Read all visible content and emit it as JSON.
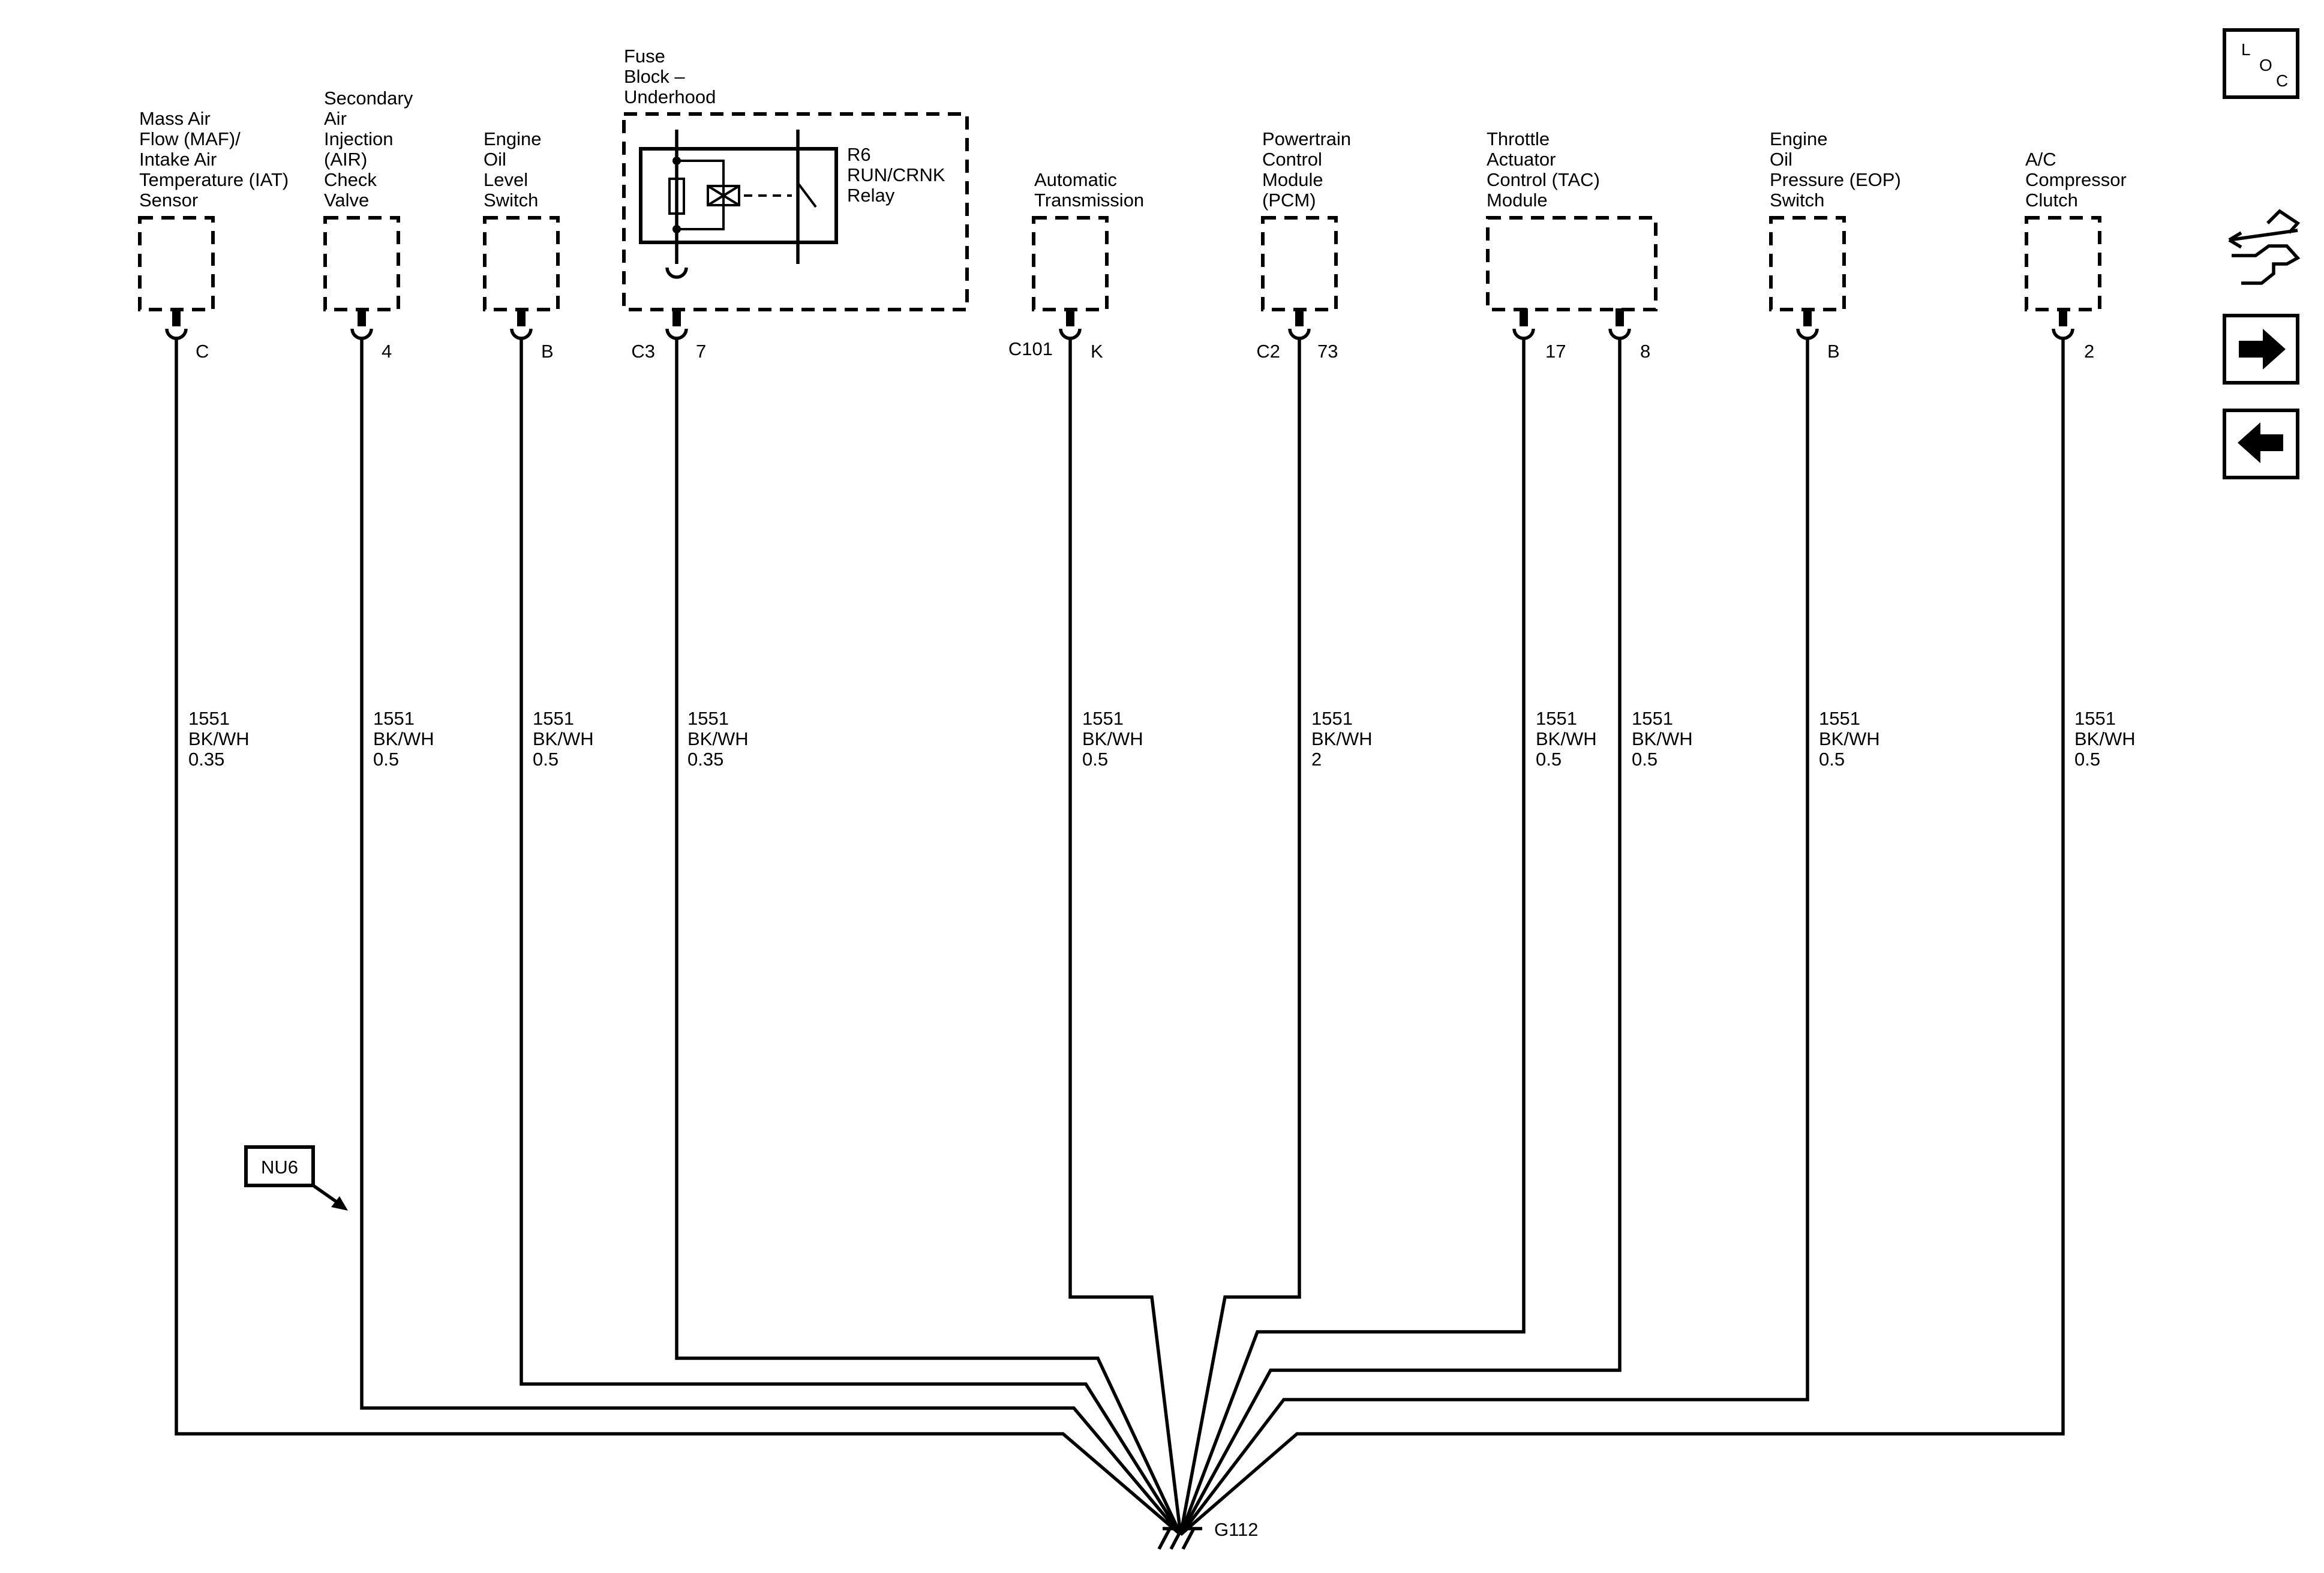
{
  "components": [
    {
      "id": "maf",
      "lines": [
        "Mass Air",
        "Flow (MAF)/",
        "Intake Air",
        "Temperature (IAT)",
        "Sensor"
      ],
      "pins": [
        "C"
      ],
      "connector": "",
      "wire": {
        "circuit": "1551",
        "color": "BK/WH",
        "gauge": "0.35"
      }
    },
    {
      "id": "air",
      "lines": [
        "Secondary",
        "Air",
        "Injection",
        "(AIR)",
        "Check",
        "Valve"
      ],
      "pins": [
        "4"
      ],
      "connector": "",
      "wire": {
        "circuit": "1551",
        "color": "BK/WH",
        "gauge": "0.5"
      }
    },
    {
      "id": "eol",
      "lines": [
        "Engine",
        "Oil",
        "Level",
        "Switch"
      ],
      "pins": [
        "B"
      ],
      "connector": "",
      "wire": {
        "circuit": "1551",
        "color": "BK/WH",
        "gauge": "0.5"
      }
    },
    {
      "id": "fuse",
      "lines": [
        "Fuse",
        "Block –",
        "Underhood"
      ],
      "pins": [
        "7"
      ],
      "connector": "C3",
      "wire": {
        "circuit": "1551",
        "color": "BK/WH",
        "gauge": "0.35"
      }
    },
    {
      "id": "trans",
      "lines": [
        "Automatic",
        "Transmission"
      ],
      "pins": [
        "K"
      ],
      "connector": "C101",
      "wire": {
        "circuit": "1551",
        "color": "BK/WH",
        "gauge": "0.5"
      }
    },
    {
      "id": "pcm",
      "lines": [
        "Powertrain",
        "Control",
        "Module",
        "(PCM)"
      ],
      "pins": [
        "73"
      ],
      "connector": "C2",
      "wire": {
        "circuit": "1551",
        "color": "BK/WH",
        "gauge": "2"
      }
    },
    {
      "id": "tac",
      "lines": [
        "Throttle",
        "Actuator",
        "Control (TAC)",
        "Module"
      ],
      "pins": [
        "17",
        "8"
      ],
      "connector": "",
      "wire": {
        "circuit": "1551",
        "color": "BK/WH",
        "gauge": "0.5"
      },
      "wire2": {
        "circuit": "1551",
        "color": "BK/WH",
        "gauge": "0.5"
      }
    },
    {
      "id": "eop",
      "lines": [
        "Engine",
        "Oil",
        "Pressure (EOP)",
        "Switch"
      ],
      "pins": [
        "B"
      ],
      "connector": "",
      "wire": {
        "circuit": "1551",
        "color": "BK/WH",
        "gauge": "0.5"
      }
    },
    {
      "id": "ac",
      "lines": [
        "A/C",
        "Compressor",
        "Clutch"
      ],
      "pins": [
        "2"
      ],
      "connector": "",
      "wire": {
        "circuit": "1551",
        "color": "BK/WH",
        "gauge": "0.5"
      }
    }
  ],
  "relay": {
    "lines": [
      "R6",
      "RUN/CRNK",
      "Relay"
    ]
  },
  "option_tag": "NU6",
  "ground": "G112",
  "loc": {
    "l": "L",
    "o": "O",
    "c": "C"
  },
  "nav": {
    "connector_icon": "connector-wrench-icon",
    "next_icon": "arrow-right-icon",
    "prev_icon": "arrow-left-icon"
  }
}
